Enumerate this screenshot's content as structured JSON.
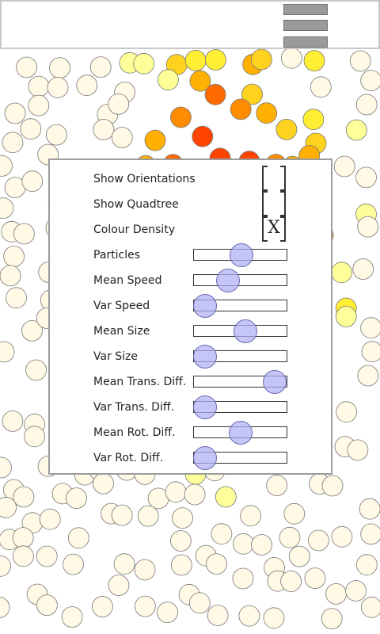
{
  "menu": {
    "icon": "hamburger-menu-icon"
  },
  "settings": {
    "toggles": [
      {
        "label": "Show Orientations",
        "checked": false
      },
      {
        "label": "Show Quadtree",
        "checked": false
      },
      {
        "label": "Colour Density",
        "checked": true,
        "mark": "X"
      }
    ],
    "sliders": [
      {
        "label": "Particles",
        "value": 0.52
      },
      {
        "label": "Mean Speed",
        "value": 0.38
      },
      {
        "label": "Var Speed",
        "value": 0.13
      },
      {
        "label": "Mean Size",
        "value": 0.56
      },
      {
        "label": "Var Size",
        "value": 0.13
      },
      {
        "label": "Mean Trans. Diff.",
        "value": 0.88
      },
      {
        "label": "Var Trans. Diff.",
        "value": 0.13
      },
      {
        "label": "Mean Rot. Diff.",
        "value": 0.51
      },
      {
        "label": "Var Rot. Diff.",
        "value": 0.13
      }
    ]
  }
}
